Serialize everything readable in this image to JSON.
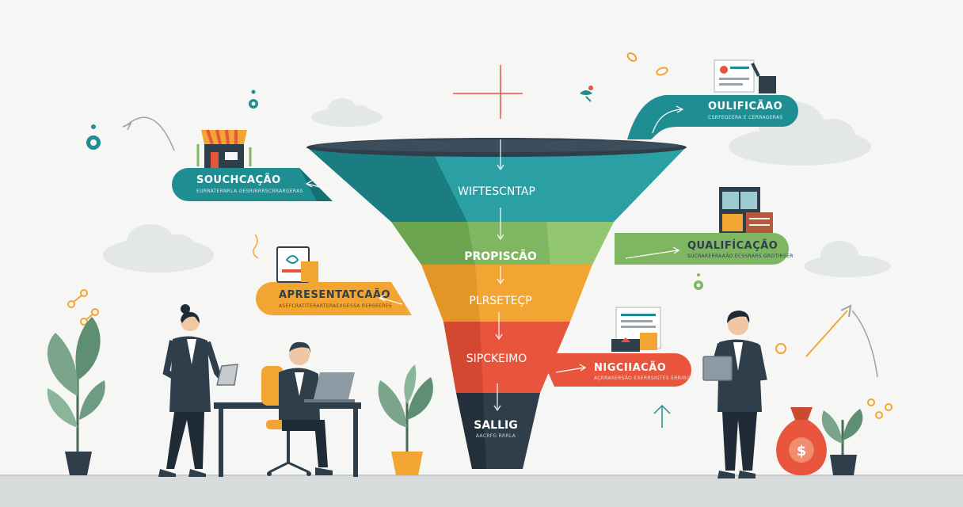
{
  "colors": {
    "background": "#f6f6f4",
    "funnel_rim": "#2f3e4b",
    "stage_teal": "#1f8e93",
    "stage_green": "#7fb661",
    "stage_orange": "#f2a533",
    "stage_red": "#e8553c",
    "stage_dark": "#2f3e4b",
    "ground": "#d9dcdd"
  },
  "funnel": {
    "stages": [
      {
        "label": "WIFTESCNTAP",
        "sub": ""
      },
      {
        "label": "PROPISCÃO",
        "sub": ""
      },
      {
        "label": "PLRSETEÇP",
        "sub": ""
      },
      {
        "label": "SIPCKEIMO",
        "sub": ""
      },
      {
        "label": "SALLIG",
        "sub": "AACRFG RRRLA"
      }
    ]
  },
  "tabs": {
    "left_top": {
      "title": "SOUCHCAÇÃO",
      "sub": "EURRATERNRLA GESRIRRRSCRRARGERAS"
    },
    "left_mid": {
      "title": "APRESENTATCAÃO",
      "sub": "ASEFCRATITERARTERAEXGESSA RERSEERES"
    },
    "right_top": {
      "title": "OULIFICÃAO",
      "sub": "CSRFEGEERA E CERRAGERAS"
    },
    "right_mid": {
      "title": "QUALIFÍCAÇÃO",
      "sub": "SUCRARERRAAÃO ECSSRARS GROTIRSER"
    },
    "right_low": {
      "title": "NIGCIIACÃO",
      "sub": "AÇRRASERSÃO EXERRSIGTES ERRIRGE"
    }
  },
  "icons": {
    "store": "store-icon",
    "document": "document-icon",
    "building": "building-icon",
    "money_bag": "money-bag-icon",
    "currency_symbol": "$"
  }
}
